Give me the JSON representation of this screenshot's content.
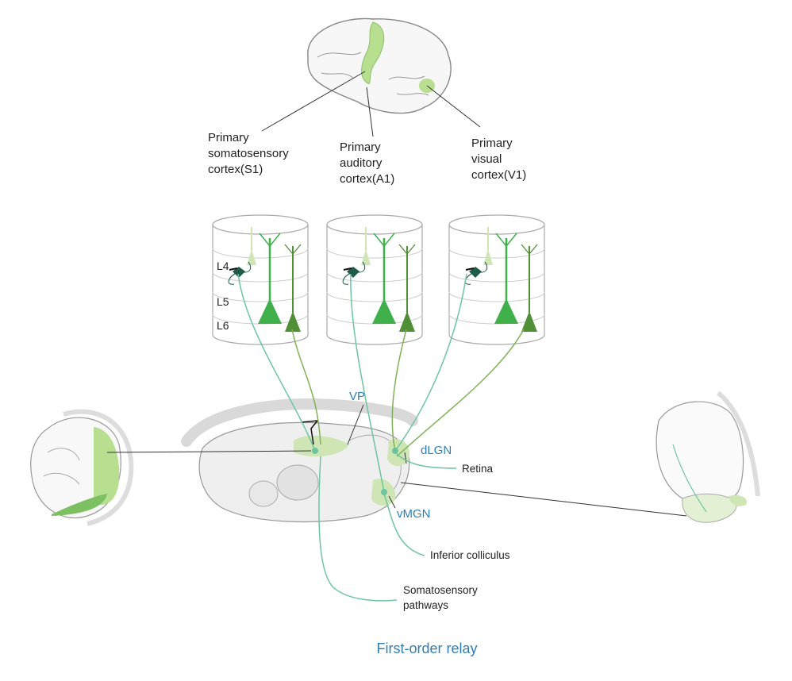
{
  "cortex_labels": {
    "s1": [
      "Primary",
      "somatosensory",
      "cortex(S1)"
    ],
    "a1": [
      "Primary",
      "auditory",
      "cortex(A1)"
    ],
    "v1": [
      "Primary",
      "visual",
      "cortex(V1)"
    ]
  },
  "layers": {
    "l4": "L4",
    "l5": "L5",
    "l6": "L6"
  },
  "thalamic_nuclei": {
    "vp": "VP",
    "dlgn": "dLGN",
    "vmgn": "vMGN"
  },
  "inputs": {
    "retina": "Retina",
    "inferior_colliculus": "Inferior colliculus",
    "somatosensory": [
      "Somatosensory",
      "pathways"
    ]
  },
  "caption": "First-order relay",
  "colors": {
    "light_green": "#cfe6b4",
    "mid_green": "#7cc062",
    "dark_green": "#4f8f36",
    "teal": "#6cc5a0",
    "dark_teal": "#1f5b4a",
    "label_blue": "#2f7fb3"
  }
}
